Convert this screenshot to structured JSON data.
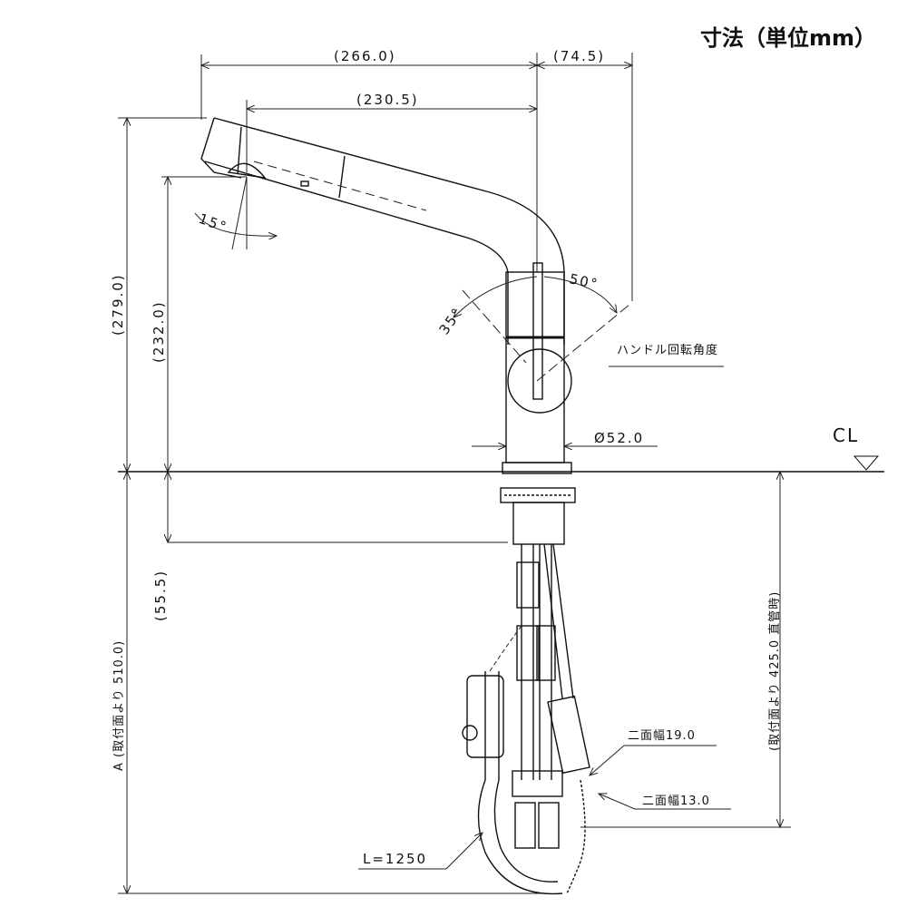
{
  "title": "寸法（単位mm）",
  "dimensions": {
    "spout_reach": "(266.0)",
    "handle_offset": "(74.5)",
    "aerator_reach": "(230.5)",
    "total_height": "(279.0)",
    "spout_height": "(232.0)",
    "under_deck": "(55.5)",
    "angle_spray": "15°",
    "angle_right": "50°",
    "angle_left": "35°",
    "handle_rotation_label": "ハンドル回転角度",
    "body_diameter": "Ø52.0",
    "center_line": "CL",
    "hose_length_A": "A (取付面より 510.0)",
    "pipe_length": "(取付面より 425.0 直管時)",
    "wrench_19": "二面幅19.0",
    "wrench_13": "二面幅13.0",
    "shower_hose": "L=1250"
  }
}
